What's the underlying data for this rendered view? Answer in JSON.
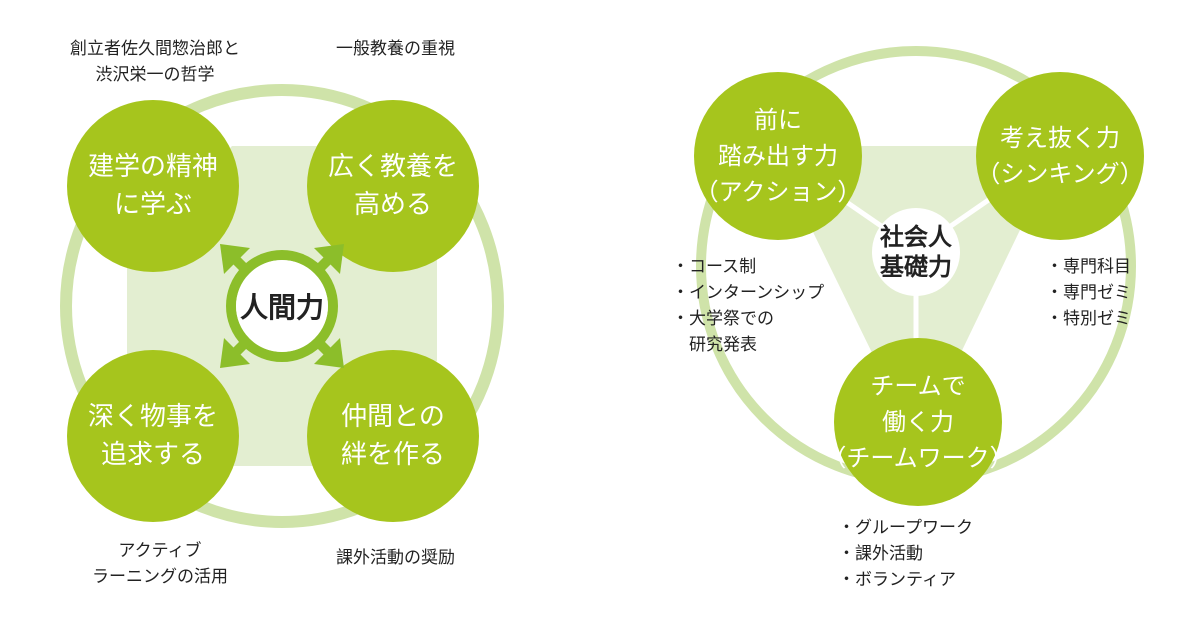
{
  "left": {
    "center": "人間力",
    "circles": [
      {
        "lines": [
          "建学の精神",
          "に学ぶ"
        ]
      },
      {
        "lines": [
          "広く教養を",
          "高める"
        ]
      },
      {
        "lines": [
          "深く物事を",
          "追求する"
        ]
      },
      {
        "lines": [
          "仲間との",
          "絆を作る"
        ]
      }
    ],
    "notes": {
      "top_left": [
        "創立者佐久間惣治郎と",
        "渋沢栄一の哲学"
      ],
      "top_right": [
        "一般教養の重視"
      ],
      "bottom_left": [
        "アクティブ",
        "ラーニングの活用"
      ],
      "bottom_right": [
        "課外活動の奨励"
      ]
    }
  },
  "right": {
    "center": [
      "社会人",
      "基礎力"
    ],
    "circles": [
      {
        "lines": [
          "前に",
          "踏み出す力",
          "（アクション）"
        ]
      },
      {
        "lines": [
          "考え抜く力",
          "（シンキング）"
        ]
      },
      {
        "lines": [
          "チームで",
          "働く力",
          "（チームワーク）"
        ]
      }
    ],
    "notes": {
      "left": [
        "・コース制",
        "・インターンシップ",
        "・大学祭での",
        "　研究発表"
      ],
      "right": [
        "・専門科目",
        "・専門ゼミ",
        "・特別ゼミ"
      ],
      "bottom": [
        "・グループワーク",
        "・課外活動",
        "・ボランティア"
      ]
    }
  },
  "colors": {
    "circle": "#a6c51d",
    "ring": "#cfe3a9",
    "inner": "#e3eed1",
    "arrow": "#8cbe2a"
  }
}
